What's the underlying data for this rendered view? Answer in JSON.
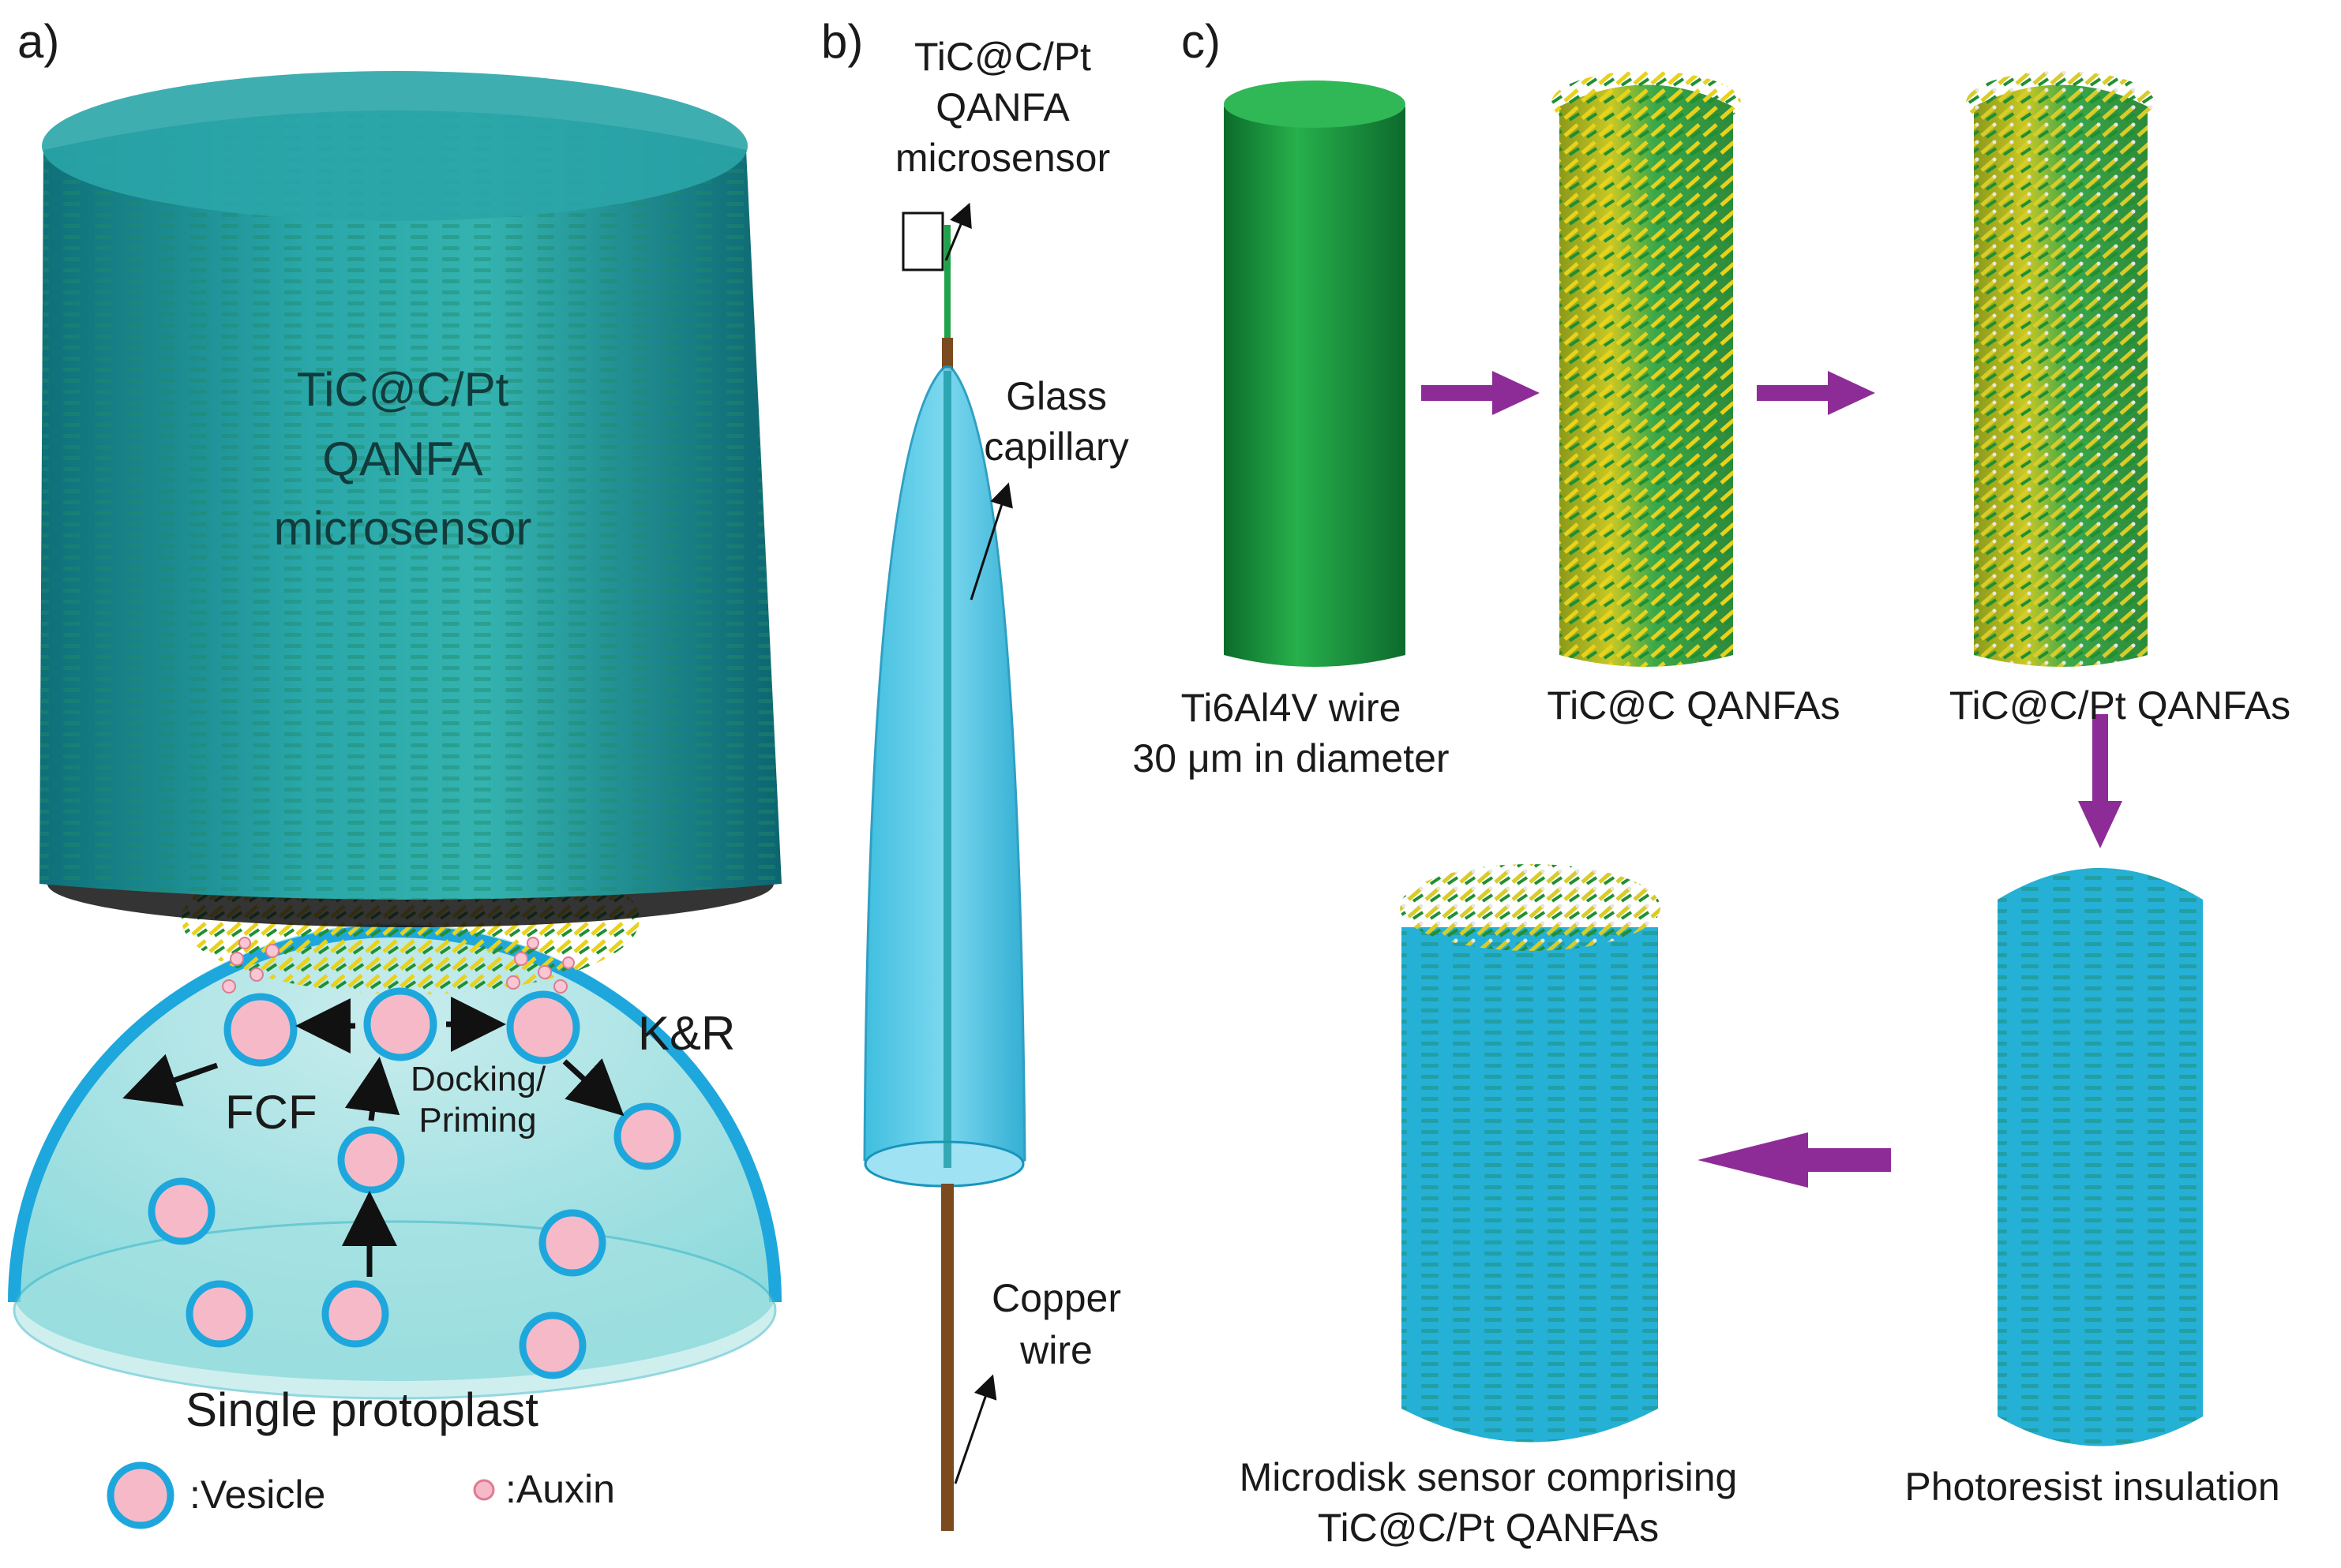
{
  "figure": {
    "panel_a": {
      "letter": "a)",
      "sensor_label": [
        "TiC@C/Pt",
        "QANFA",
        "microsensor"
      ],
      "k_and_r": "K&R",
      "fcf": "FCF",
      "docking": [
        "Docking/",
        "Priming"
      ],
      "protoplast": "Single protoplast",
      "legend_vesicle": ":Vesicle",
      "legend_auxin": ":Auxin"
    },
    "panel_b": {
      "letter": "b)",
      "sensor_label": [
        "TiC@C/Pt",
        "QANFA",
        "microsensor"
      ],
      "glass": [
        "Glass",
        "capillary"
      ],
      "copper": [
        "Copper",
        "wire"
      ]
    },
    "panel_c": {
      "letter": "c)",
      "step1": [
        "Ti6Al4V wire",
        "30 μm in diameter"
      ],
      "step2": "TiC@C QANFAs",
      "step3": "TiC@C/Pt QANFAs",
      "step4": "Photoresist insulation",
      "step5": [
        "Microdisk sensor comprising",
        "TiC@C/Pt QANFAs"
      ]
    },
    "colors": {
      "cyan": "#23b3dc",
      "teal": "#1f9a9a",
      "green": "#1fa34a",
      "yellow": "#e8d21c",
      "arrow_purple": "#8e2c97",
      "vesicle_pink": "#f6b9c8",
      "copper": "#7b4a1e"
    }
  }
}
